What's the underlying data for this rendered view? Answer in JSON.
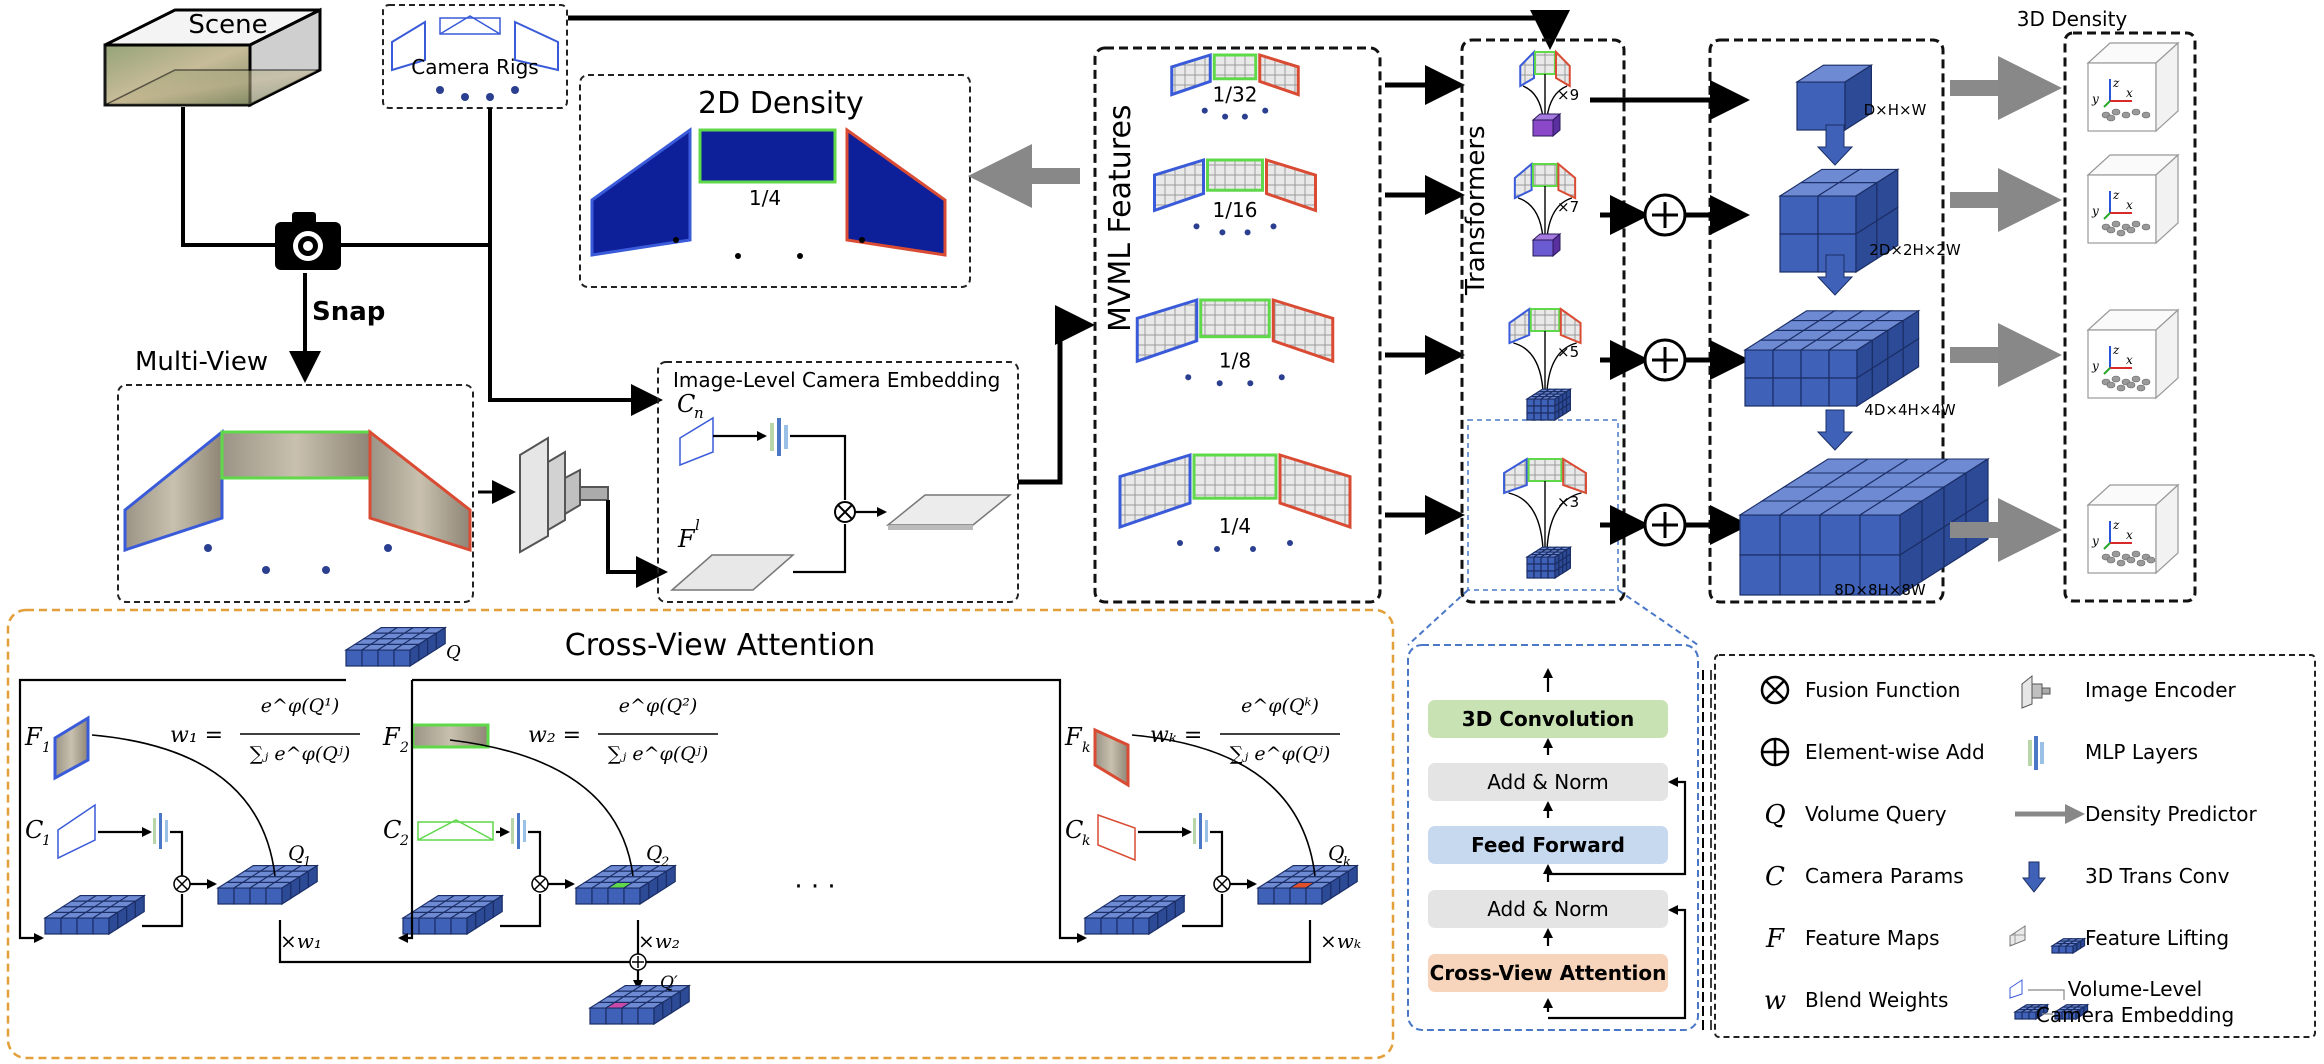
{
  "labels": {
    "scene": "Scene",
    "camera_rigs": "Camera Rigs",
    "snap": "Snap",
    "multi_view": "Multi-View",
    "density_2d": "2D Density",
    "image_level_embedding": "Image-Level Camera Embedding",
    "mvml_features": "MVML  Features",
    "transformers": "Transformers",
    "density_3d": "3D Density",
    "cross_view_attention_title": "Cross-View Attention",
    "dots": "· · ·"
  },
  "embedding_symbols": {
    "camera": "C",
    "camera_sub": "n",
    "feature": "F",
    "feature_sup": "l"
  },
  "scales": [
    "1/32",
    "1/16",
    "1/8",
    "1/4"
  ],
  "density_2d_scale": "1/4",
  "transformer_repeats": [
    "×9",
    "×7",
    "×5",
    "×3"
  ],
  "volume_dims": [
    "D×H×W",
    "2D×2H×2W",
    "4D×4H×4W",
    "8D×8H×8W"
  ],
  "axis_labels": {
    "x": "x",
    "y": "y",
    "z": "z"
  },
  "cross_view": {
    "q_label": "Q",
    "q_prime": "Q′",
    "views": [
      {
        "f": "F",
        "f_sub": "1",
        "c": "C",
        "c_sub": "1",
        "q_sub": "1",
        "w": "w",
        "w_sub": "1",
        "formula_lhs": "w₁ =",
        "numer": "e^φ(Q¹)",
        "denom": "∑ⱼ e^φ(Qʲ)",
        "mult": "×w₁"
      },
      {
        "f": "F",
        "f_sub": "2",
        "c": "C",
        "c_sub": "2",
        "q_sub": "2",
        "w": "w",
        "w_sub": "2",
        "formula_lhs": "w₂ =",
        "numer": "e^φ(Q²)",
        "denom": "∑ⱼ e^φ(Qʲ)",
        "mult": "×w₂"
      },
      {
        "f": "F",
        "f_sub": "k",
        "c": "C",
        "c_sub": "k",
        "q_sub": "k",
        "w": "w",
        "w_sub": "k",
        "formula_lhs": "wₖ =",
        "numer": "e^φ(Qᵏ)",
        "denom": "∑ⱼ e^φ(Qʲ)",
        "mult": "×wₖ"
      }
    ]
  },
  "transformer_block": [
    "3D Convolution",
    "Add & Norm",
    "Feed Forward",
    "Add & Norm",
    "Cross-View Attention"
  ],
  "block_colors": {
    "conv": "#c9e2b3",
    "norm": "#e4e4e4",
    "ff": "#c6d9ef",
    "cva": "#f7d5bd"
  },
  "legend": [
    {
      "icon": "fusion-icon",
      "label": "Fusion Function"
    },
    {
      "icon": "image-encoder-icon",
      "label": "Image Encoder"
    },
    {
      "icon": "element-add-icon",
      "label": "Element-wise Add"
    },
    {
      "icon": "mlp-icon",
      "label": "MLP Layers"
    },
    {
      "icon": "volume-query-icon",
      "symbol": "Q",
      "label": "Volume Query"
    },
    {
      "icon": "density-predictor-icon",
      "label": "Density Predictor"
    },
    {
      "icon": "camera-params-icon",
      "symbol": "C",
      "label": "Camera Params"
    },
    {
      "icon": "trans-conv-icon",
      "label": "3D Trans Conv"
    },
    {
      "icon": "feature-maps-icon",
      "symbol": "F",
      "label": "Feature Maps"
    },
    {
      "icon": "feature-lifting-icon",
      "label": "Feature Lifting"
    },
    {
      "icon": "blend-weights-icon",
      "symbol": "w",
      "label": "Blend Weights"
    },
    {
      "icon": "volume-embedding-icon",
      "label": "Volume-Level",
      "label2": "Camera Embedding"
    }
  ],
  "colors": {
    "blue_view": "#3a5bd9",
    "green_view": "#5fd84a",
    "red_view": "#d94b33",
    "cube": "#3f62b8",
    "orange_border": "#e3a03a",
    "blue_dash": "#4a78c7"
  }
}
